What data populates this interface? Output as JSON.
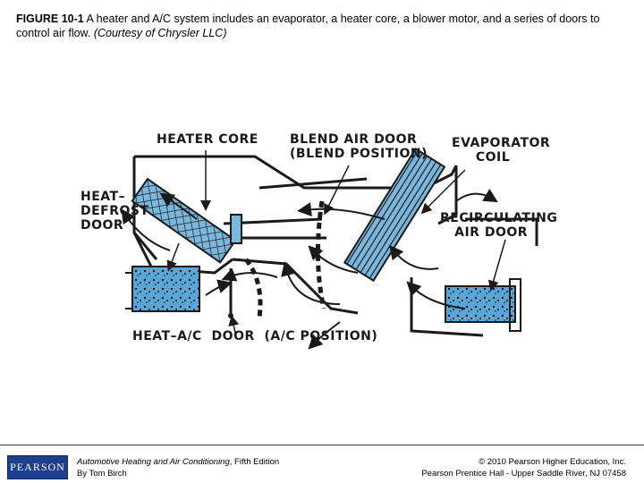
{
  "caption": {
    "figure_number": "FIGURE 10-1",
    "text": " A heater and A/C system includes an evaporator, a heater core, a blower motor, and a series of doors to control air flow. ",
    "credit": "(Courtesy of Chrysler LLC)"
  },
  "diagram": {
    "labels": {
      "heater_core": "HEATER CORE",
      "blend_air_door": "BLEND AIR DOOR\n(BLEND POSITION)",
      "evaporator_coil": "EVAPORATOR\n     COIL",
      "heat_defrost_door": "HEAT–\nDEFROST\nDOOR",
      "recirculating_air_door": "RECIRCULATING\n   AIR DOOR",
      "heat_ac_door": "HEAT–A/C  DOOR  (A/C POSITION)"
    },
    "colors": {
      "component_fill": "#7ab7dd",
      "line": "#1a1a1a"
    }
  },
  "footer": {
    "logo_text": "PEARSON",
    "book_title": "Automotive Heating and Air Conditioning",
    "edition": ", Fifth Edition",
    "author": "By Tom Birch",
    "copyright": "© 2010 Pearson Higher Education, Inc.",
    "publisher": "Pearson Prentice Hall - Upper Saddle River, NJ 07458"
  }
}
